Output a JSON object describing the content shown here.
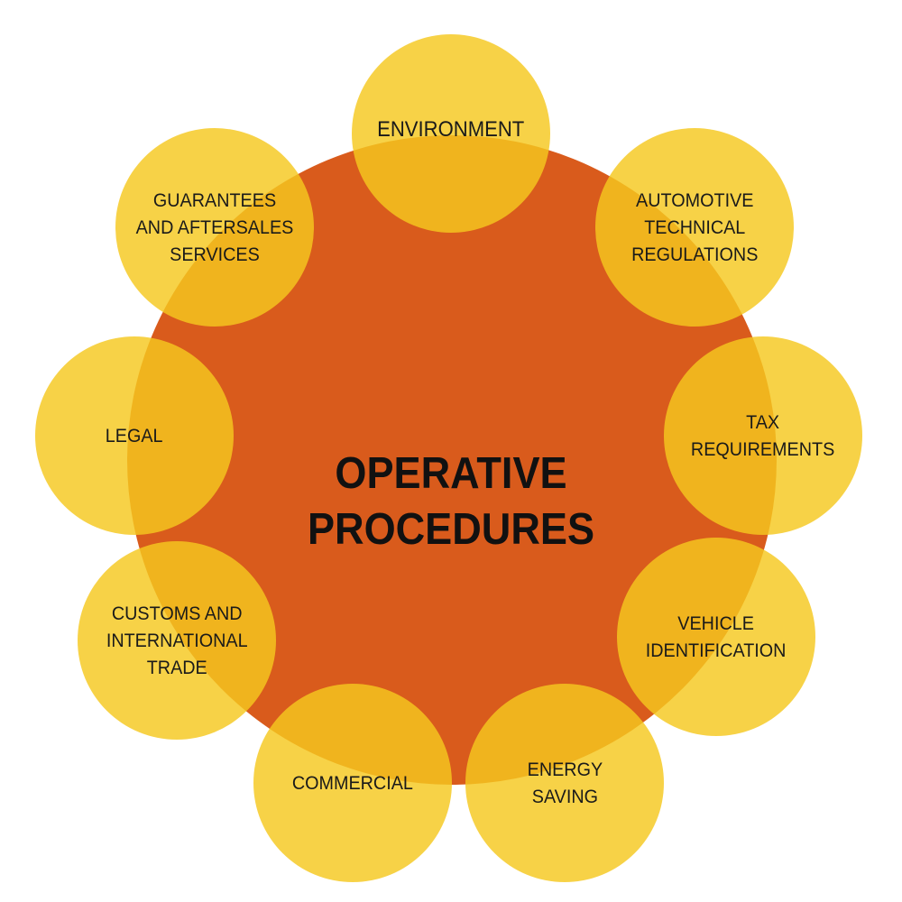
{
  "center": {
    "title": "OPERATIVE\nPROCEDURES"
  },
  "colors": {
    "center": "#d95b1c",
    "satellite": "#f5c81e",
    "text": "#1a1a1a"
  },
  "satellites": {
    "environment": "ENVIRONMENT",
    "automotive": "AUTOMOTIVE\nTECHNICAL\nREGULATIONS",
    "tax": "TAX\nREQUIREMENTS",
    "vehicle": "VEHICLE\nIDENTIFICATION",
    "energy": "ENERGY\nSAVING",
    "commercial": "COMMERCIAL",
    "customs": "CUSTOMS AND\nINTERNATIONAL\nTRADE",
    "legal": "LEGAL",
    "guarantees": "GUARANTEES\nAND AFTERSALES\nSERVICES"
  }
}
